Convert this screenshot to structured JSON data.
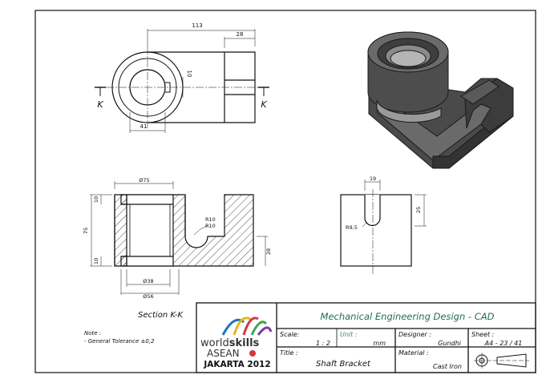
{
  "dimensions": {
    "overall_length": "113",
    "flange_width": "28",
    "keyway": "10",
    "hub_offset": "41",
    "bore_outer": "Ø75",
    "bore_inner": "Ø38",
    "base_diameter": "Ø56",
    "fillet_a": "R10",
    "fillet_b": "R10",
    "height": "75",
    "top_thk": "10",
    "bottom_thk": "10",
    "base_h": "28",
    "slot_width": "19",
    "slot_depth": "25",
    "slot_radius": "R9,5"
  },
  "section": {
    "marker_left": "K",
    "marker_right": "K",
    "label": "Section K-K"
  },
  "notes": {
    "heading": "Note :",
    "item": "- General Tolerance ±0,2"
  },
  "logo": {
    "line1": "world",
    "line1_bold": "skills",
    "line2": "ASEAN",
    "line3": "JAKARTA 2012"
  },
  "title_block": {
    "header": "Mechanical Engineering Design - CAD",
    "scale_label": "Scale:",
    "scale_value": "1 : 2",
    "unit_label": "Unit :",
    "unit_value": "mm",
    "designer_label": "Designer :",
    "designer_value": "Gundhi",
    "sheet_label": "Sheet :",
    "sheet_value": "A4 - 23 / 41",
    "title_label": "Title :",
    "title_value": "Shaft Bracket",
    "material_label": "Material :",
    "material_value": "Cast Iron"
  },
  "colors": {
    "line": "#111111",
    "header_text": "#1f6d5a",
    "unit_text": "#2a8a6f",
    "solid_dark": "#3a3a3a",
    "solid_mid": "#555555"
  }
}
